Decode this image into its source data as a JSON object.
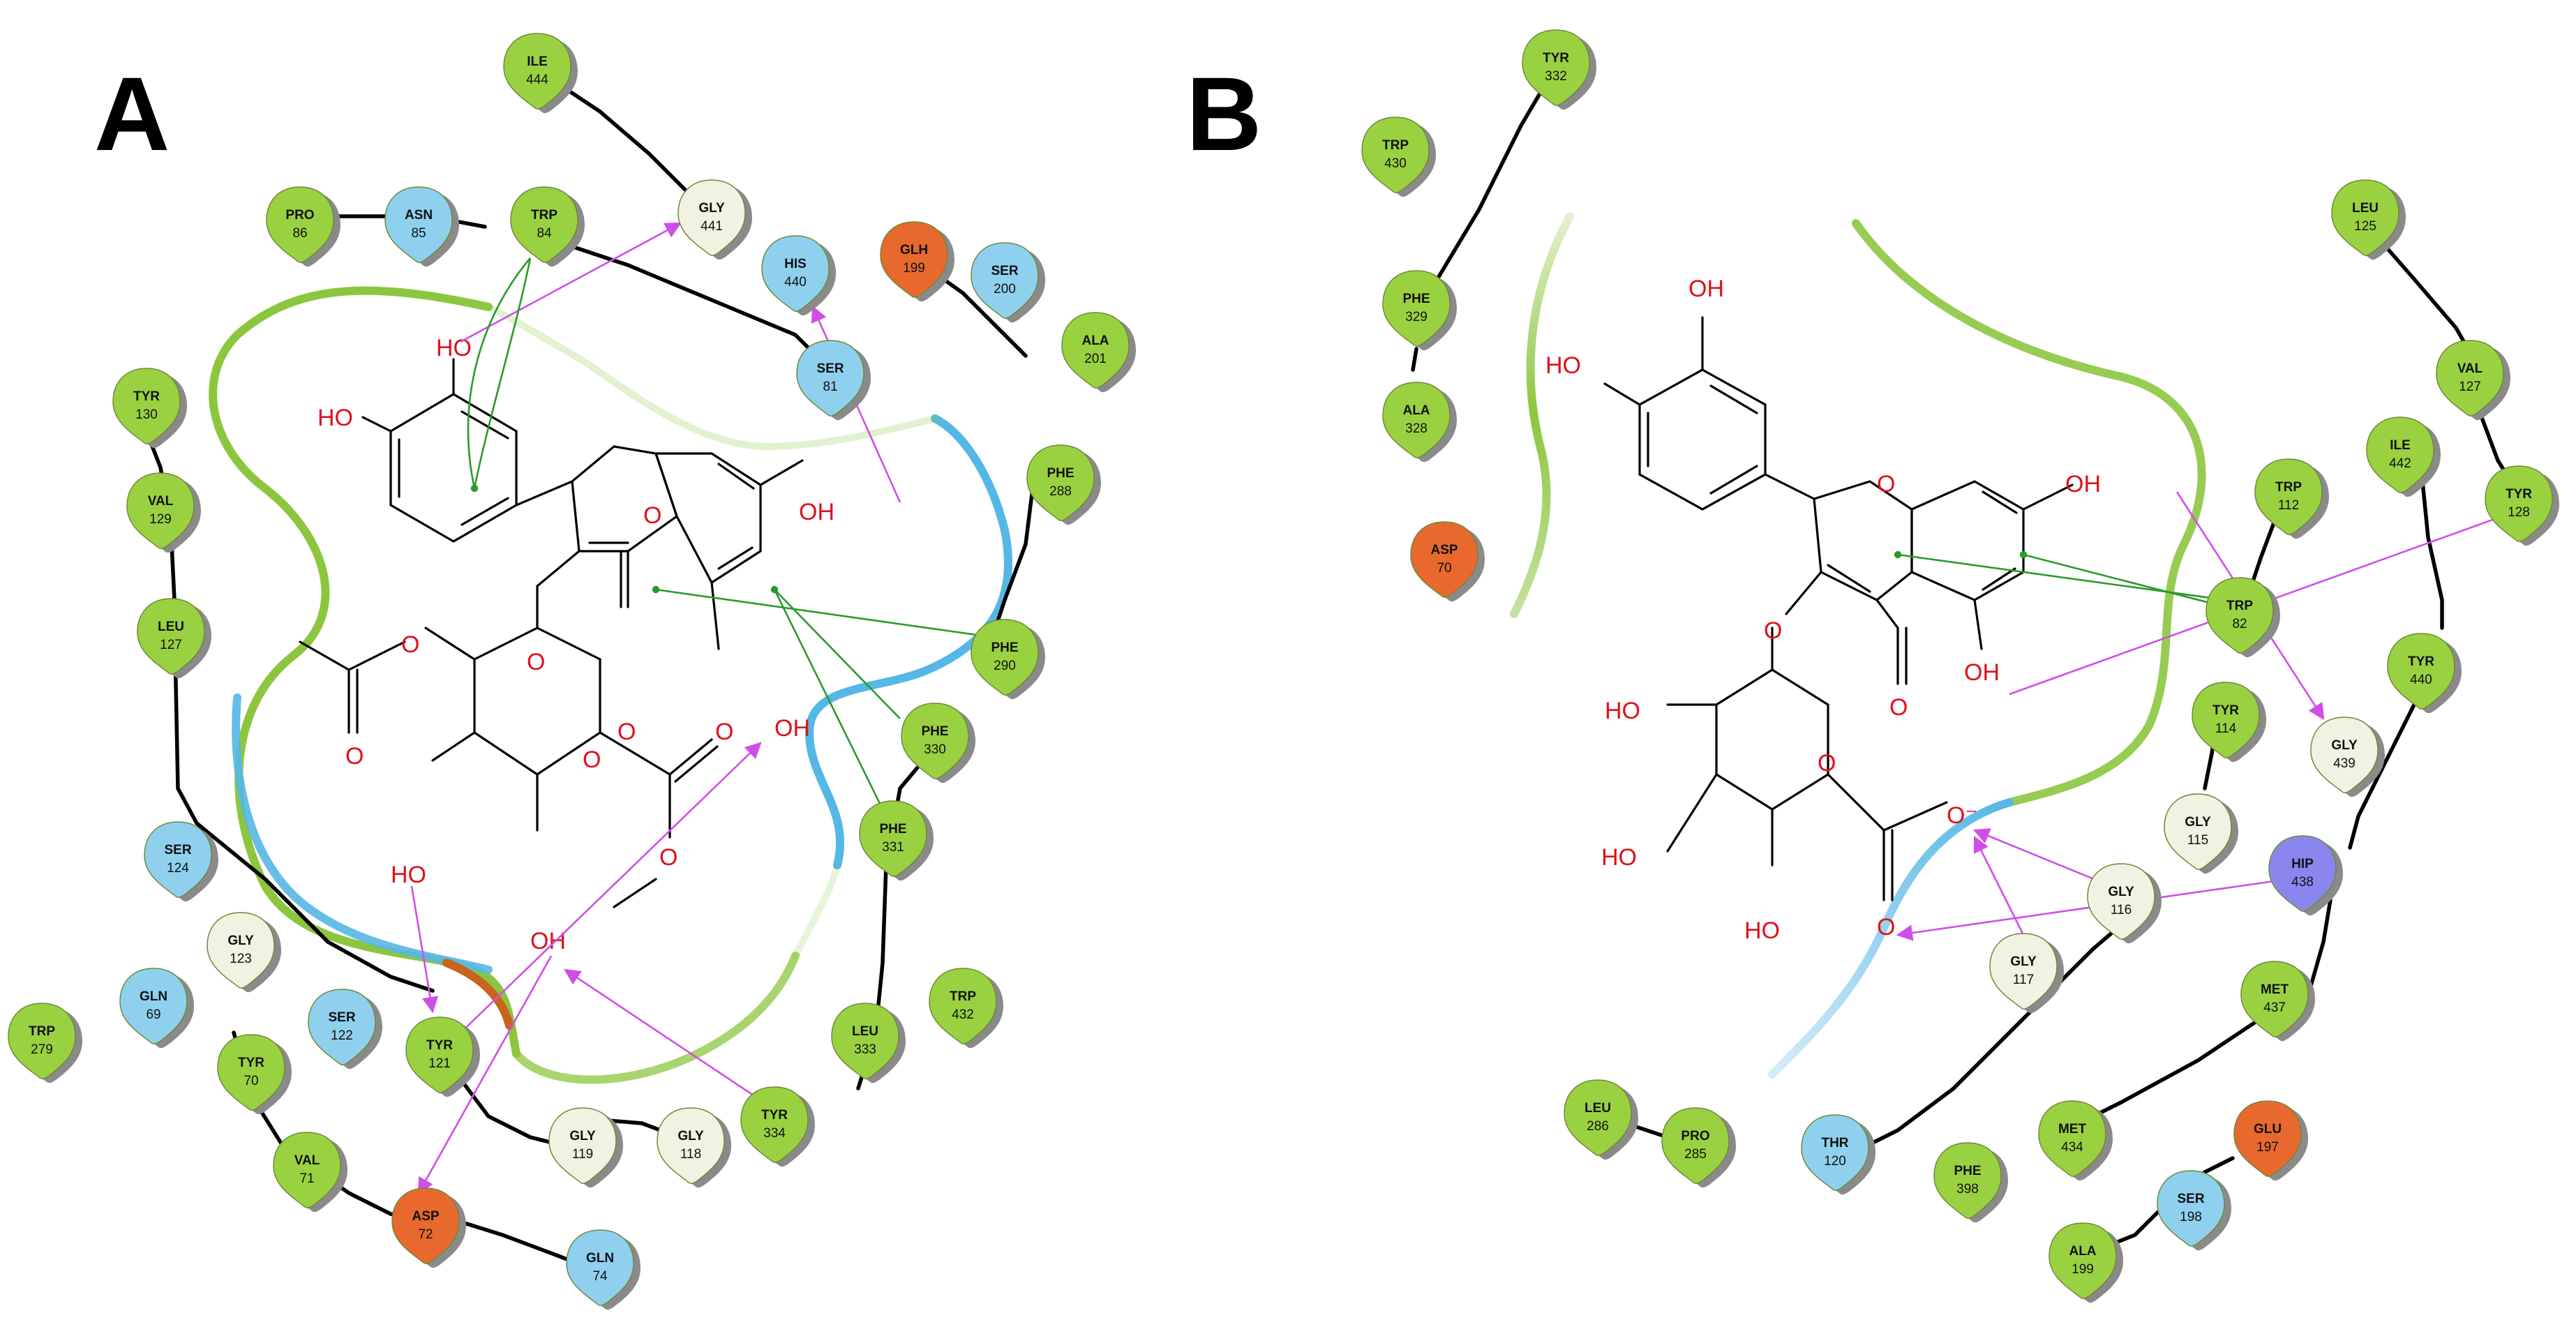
{
  "panels": {
    "A": {
      "label": "A",
      "atoms": [
        "HO",
        "HO",
        "OH",
        "OH",
        "HO",
        "OH",
        "O",
        "O",
        "O",
        "O",
        "O",
        "O",
        "O",
        "O",
        "O"
      ]
    },
    "B": {
      "label": "B",
      "atoms": [
        "OH",
        "HO",
        "OH",
        "OH",
        "HO",
        "HO",
        "HO",
        "HO",
        "O",
        "O",
        "O",
        "O",
        "O",
        "O⁻",
        "O"
      ]
    }
  },
  "residues": [
    {
      "id": "a-ile444",
      "name": "ILE",
      "num": "444",
      "color": "#9ad141"
    },
    {
      "id": "a-gly441",
      "name": "GLY",
      "num": "441",
      "color": "#f1f2e1"
    },
    {
      "id": "a-pro86",
      "name": "PRO",
      "num": "86",
      "color": "#9ad141"
    },
    {
      "id": "a-asn85",
      "name": "ASN",
      "num": "85",
      "color": "#8fd0ef"
    },
    {
      "id": "a-trp84",
      "name": "TRP",
      "num": "84",
      "color": "#9ad141"
    },
    {
      "id": "a-his440",
      "name": "HIS",
      "num": "440",
      "color": "#8fd0ef"
    },
    {
      "id": "a-glh199",
      "name": "GLH",
      "num": "199",
      "color": "#e8682e"
    },
    {
      "id": "a-ser200",
      "name": "SER",
      "num": "200",
      "color": "#8fd0ef"
    },
    {
      "id": "a-ala201",
      "name": "ALA",
      "num": "201",
      "color": "#9ad141"
    },
    {
      "id": "a-ser81",
      "name": "SER",
      "num": "81",
      "color": "#8fd0ef"
    },
    {
      "id": "a-tyr130",
      "name": "TYR",
      "num": "130",
      "color": "#9ad141"
    },
    {
      "id": "a-val129",
      "name": "VAL",
      "num": "129",
      "color": "#9ad141"
    },
    {
      "id": "a-leu127",
      "name": "LEU",
      "num": "127",
      "color": "#9ad141"
    },
    {
      "id": "a-phe288",
      "name": "PHE",
      "num": "288",
      "color": "#9ad141"
    },
    {
      "id": "a-phe290",
      "name": "PHE",
      "num": "290",
      "color": "#9ad141"
    },
    {
      "id": "a-phe330",
      "name": "PHE",
      "num": "330",
      "color": "#9ad141"
    },
    {
      "id": "a-phe331",
      "name": "PHE",
      "num": "331",
      "color": "#9ad141"
    },
    {
      "id": "a-ser124",
      "name": "SER",
      "num": "124",
      "color": "#8fd0ef"
    },
    {
      "id": "a-gly123",
      "name": "GLY",
      "num": "123",
      "color": "#f1f2e1"
    },
    {
      "id": "a-trp432",
      "name": "TRP",
      "num": "432",
      "color": "#9ad141"
    },
    {
      "id": "a-leu333",
      "name": "LEU",
      "num": "333",
      "color": "#9ad141"
    },
    {
      "id": "a-gln69",
      "name": "GLN",
      "num": "69",
      "color": "#8fd0ef"
    },
    {
      "id": "a-ser122",
      "name": "SER",
      "num": "122",
      "color": "#8fd0ef"
    },
    {
      "id": "a-tyr121",
      "name": "TYR",
      "num": "121",
      "color": "#9ad141"
    },
    {
      "id": "a-trp279",
      "name": "TRP",
      "num": "279",
      "color": "#9ad141"
    },
    {
      "id": "a-tyr70",
      "name": "TYR",
      "num": "70",
      "color": "#9ad141"
    },
    {
      "id": "a-tyr334",
      "name": "TYR",
      "num": "334",
      "color": "#9ad141"
    },
    {
      "id": "a-gly119",
      "name": "GLY",
      "num": "119",
      "color": "#f1f2e1"
    },
    {
      "id": "a-gly118",
      "name": "GLY",
      "num": "118",
      "color": "#f1f2e1"
    },
    {
      "id": "a-val71",
      "name": "VAL",
      "num": "71",
      "color": "#9ad141"
    },
    {
      "id": "a-asp72",
      "name": "ASP",
      "num": "72",
      "color": "#e8682e"
    },
    {
      "id": "a-gln74",
      "name": "GLN",
      "num": "74",
      "color": "#8fd0ef"
    },
    {
      "id": "b-tyr332",
      "name": "TYR",
      "num": "332",
      "color": "#9ad141"
    },
    {
      "id": "b-trp430",
      "name": "TRP",
      "num": "430",
      "color": "#9ad141"
    },
    {
      "id": "b-phe329",
      "name": "PHE",
      "num": "329",
      "color": "#9ad141"
    },
    {
      "id": "b-ala328",
      "name": "ALA",
      "num": "328",
      "color": "#9ad141"
    },
    {
      "id": "b-asp70",
      "name": "ASP",
      "num": "70",
      "color": "#e8682e"
    },
    {
      "id": "b-leu125",
      "name": "LEU",
      "num": "125",
      "color": "#9ad141"
    },
    {
      "id": "b-val127",
      "name": "VAL",
      "num": "127",
      "color": "#9ad141"
    },
    {
      "id": "b-ile442",
      "name": "ILE",
      "num": "442",
      "color": "#9ad141"
    },
    {
      "id": "b-tyr128",
      "name": "TYR",
      "num": "128",
      "color": "#9ad141"
    },
    {
      "id": "b-trp112",
      "name": "TRP",
      "num": "112",
      "color": "#9ad141"
    },
    {
      "id": "b-trp82",
      "name": "TRP",
      "num": "82",
      "color": "#9ad141"
    },
    {
      "id": "b-tyr440",
      "name": "TYR",
      "num": "440",
      "color": "#9ad141"
    },
    {
      "id": "b-tyr114",
      "name": "TYR",
      "num": "114",
      "color": "#9ad141"
    },
    {
      "id": "b-gly439",
      "name": "GLY",
      "num": "439",
      "color": "#f1f2e1"
    },
    {
      "id": "b-gly115",
      "name": "GLY",
      "num": "115",
      "color": "#f1f2e1"
    },
    {
      "id": "b-hip438",
      "name": "HIP",
      "num": "438",
      "color": "#8a86ee"
    },
    {
      "id": "b-gly116",
      "name": "GLY",
      "num": "116",
      "color": "#f1f2e1"
    },
    {
      "id": "b-gly117",
      "name": "GLY",
      "num": "117",
      "color": "#f1f2e1"
    },
    {
      "id": "b-met437",
      "name": "MET",
      "num": "437",
      "color": "#9ad141"
    },
    {
      "id": "b-leu286",
      "name": "LEU",
      "num": "286",
      "color": "#9ad141"
    },
    {
      "id": "b-pro285",
      "name": "PRO",
      "num": "285",
      "color": "#9ad141"
    },
    {
      "id": "b-thr120",
      "name": "THR",
      "num": "120",
      "color": "#8fd0ef"
    },
    {
      "id": "b-phe398",
      "name": "PHE",
      "num": "398",
      "color": "#9ad141"
    },
    {
      "id": "b-met434",
      "name": "MET",
      "num": "434",
      "color": "#9ad141"
    },
    {
      "id": "b-glu197",
      "name": "GLU",
      "num": "197",
      "color": "#e8682e"
    },
    {
      "id": "b-ser198",
      "name": "SER",
      "num": "198",
      "color": "#8fd0ef"
    },
    {
      "id": "b-ala199",
      "name": "ALA",
      "num": "199",
      "color": "#9ad141"
    }
  ],
  "colors": {
    "hydrophobic": "#9ad141",
    "polar": "#8fd0ef",
    "negative": "#e8682e",
    "glycine": "#f1f2e1",
    "positive": "#8a86ee",
    "hbond": "#d04ee8",
    "pi_stack": "#2a9a2a",
    "pocket_green": "#8cc63f",
    "pocket_blue": "#55b7e6",
    "pocket_orange": "#c8641c"
  }
}
